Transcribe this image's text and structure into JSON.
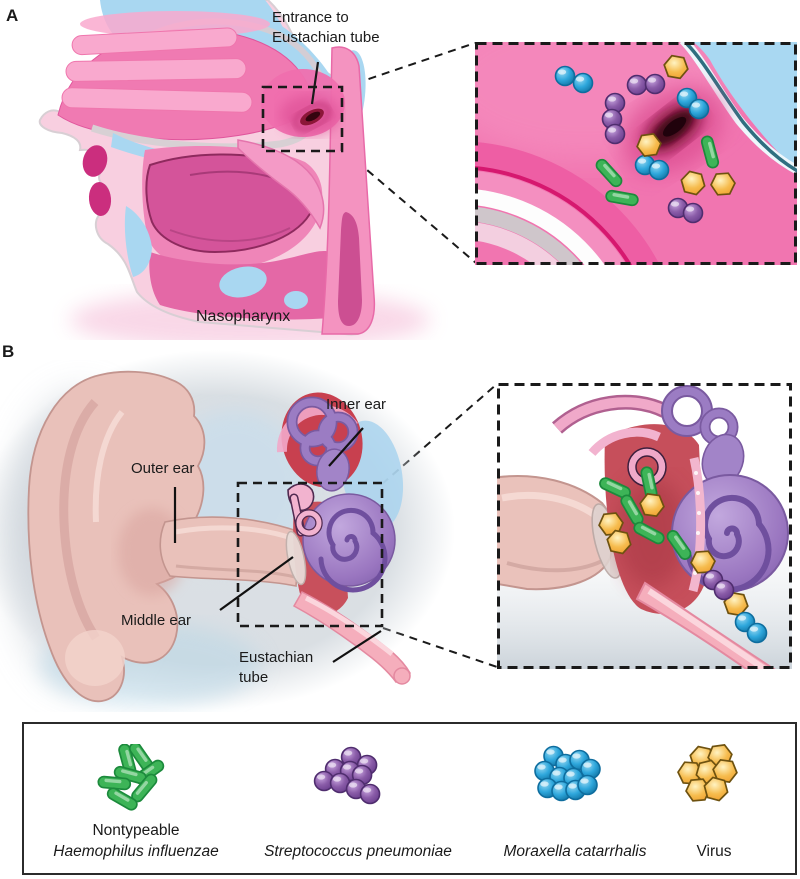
{
  "panel_a": {
    "letter": "A",
    "annotation_line1": "Entrance to",
    "annotation_line2": "Eustachian tube",
    "caption": "Nasopharynx"
  },
  "panel_b": {
    "letter": "B",
    "label_inner_ear": "Inner ear",
    "label_outer_ear": "Outer ear",
    "label_middle_ear": "Middle ear",
    "label_eustachian_line1": "Eustachian",
    "label_eustachian_line2": "tube"
  },
  "legend": {
    "items": [
      {
        "name_line1": "Nontypeable",
        "name_line2": "Haemophilus influenzae",
        "italic": true,
        "shape": "rod",
        "color": "#3db457"
      },
      {
        "name_line1": "",
        "name_line2": "Streptococcus pneumoniae",
        "italic": true,
        "shape": "coccus",
        "color": "#8a5ca8"
      },
      {
        "name_line1": "",
        "name_line2": "Moraxella catarrhalis",
        "italic": true,
        "shape": "coccus",
        "color": "#2ea7dc"
      },
      {
        "name_line1": "",
        "name_line2": "Virus",
        "italic": false,
        "shape": "hexagon",
        "color": "#f0a332"
      }
    ]
  },
  "colors": {
    "mucosa_pink": "#f27ab2",
    "deep_magenta": "#cb2e7e",
    "airway_blue": "#a9d7f1",
    "skin_flesh": "#e5bcb6",
    "inner_ear_purple": "#9b7cc3",
    "middle_ear_red": "#c64f5b",
    "hi_green": "#3db457",
    "spn_purple": "#8a5ca8",
    "mcat_blue": "#2ea7dc",
    "virus_yellow": "#f0a332",
    "annotation_dark": "#1a1a1a"
  }
}
